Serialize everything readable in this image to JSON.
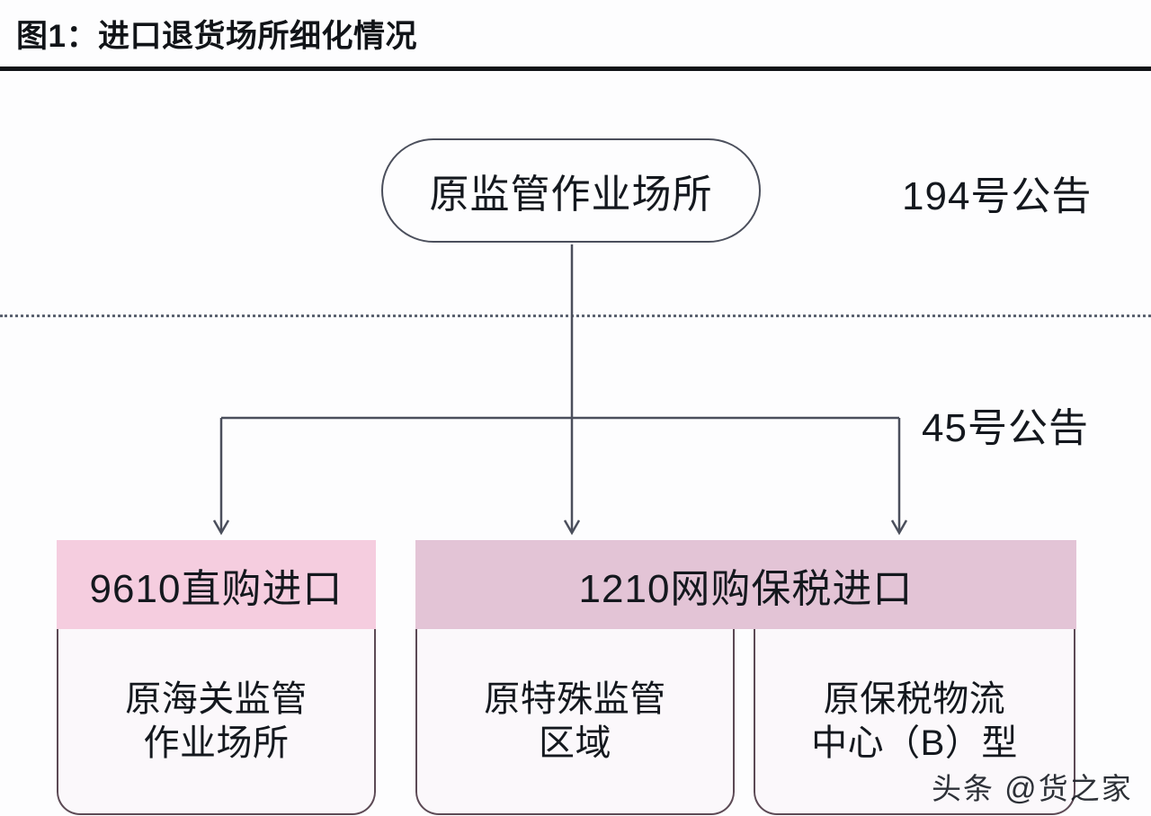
{
  "figure": {
    "title": "图1：进口退货场所细化情况"
  },
  "root": {
    "label": "原监管作业场所"
  },
  "annotations": [
    {
      "id": "194",
      "label": "194号公告"
    },
    {
      "id": "45",
      "label": "45号公告"
    }
  ],
  "categories": [
    {
      "id": "9610",
      "header": "9610直购进口",
      "header_color": "#f5cddf",
      "body_lines": [
        "原海关监管",
        "作业场所"
      ],
      "body_text": "原海关监管作业场所"
    },
    {
      "id": "1210",
      "header": "1210网购保税进口",
      "header_color": "#e3c4d6",
      "children": [
        {
          "id": "1210-special-zone",
          "body_lines": [
            "原特殊监管",
            "区域"
          ],
          "body_text": "原特殊监管区域"
        },
        {
          "id": "1210-bonded-logistics",
          "body_lines": [
            "原保税物流",
            "中心（B）型"
          ],
          "body_text": "原保税物流中心（B）型"
        }
      ]
    }
  ],
  "watermark": {
    "prefix": "头条 ",
    "at": "@",
    "name": "货之家",
    "full": "头条 @货之家"
  },
  "colors": {
    "header_rule": "#111418",
    "divider": "#5b6270",
    "connector": "#4b4f5c",
    "node_border": "#4b4f5c",
    "box_border": "#5c4a55",
    "pink_light": "#f5cddf",
    "pink_dark": "#e3c4d6",
    "text": "#14181e",
    "page_background": "#fdfdfe"
  }
}
